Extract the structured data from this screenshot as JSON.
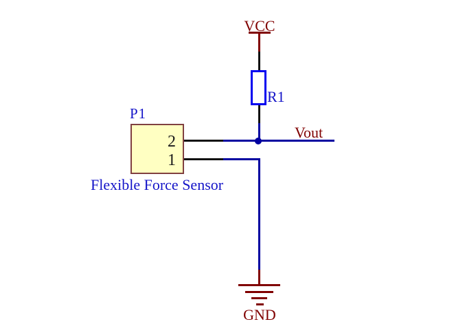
{
  "diagram": {
    "type": "circuit-schematic",
    "power_ports": {
      "vcc": "VCC",
      "gnd": "GND"
    },
    "net_labels": {
      "vout": "Vout"
    },
    "components": {
      "resistor": {
        "designator": "R1"
      },
      "connector": {
        "designator": "P1",
        "comment": "Flexible Force Sensor",
        "pins": [
          {
            "number": "2"
          },
          {
            "number": "1"
          }
        ]
      }
    }
  },
  "colors": {
    "background": "#ffffff",
    "maroon": "#800000",
    "wire-blue": "#0000a0",
    "component-blue": "#0000f0",
    "label-blue": "#1414c8",
    "pin-black": "#111111",
    "pin-text": "#1a1a1a",
    "connector-fill": "#ffffc2",
    "connector-border": "#804040"
  }
}
